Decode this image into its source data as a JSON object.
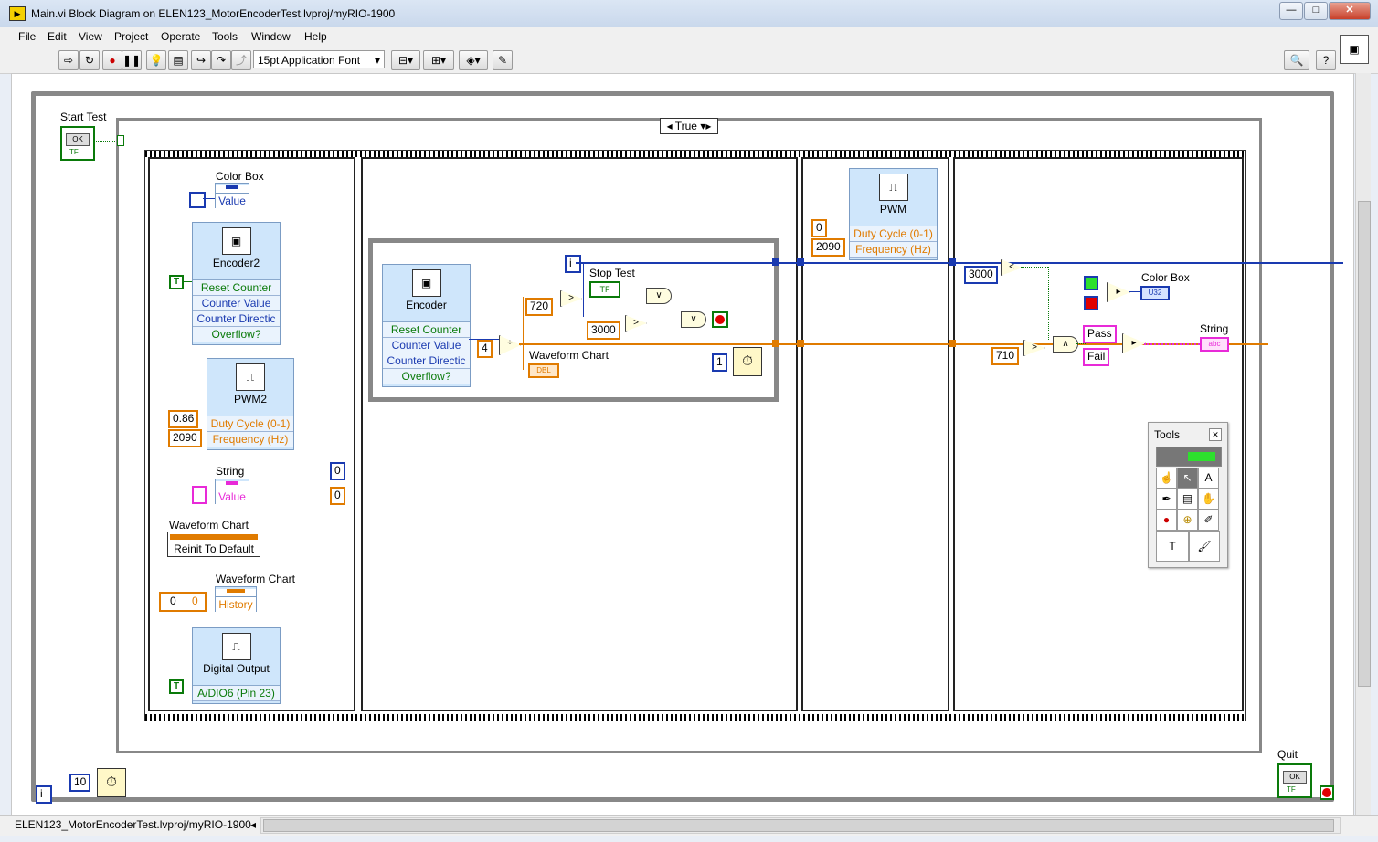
{
  "window": {
    "title": "Main.vi Block Diagram on ELEN123_MotorEncoderTest.lvproj/myRIO-1900"
  },
  "menu": [
    "File",
    "Edit",
    "View",
    "Project",
    "Operate",
    "Tools",
    "Window",
    "Help"
  ],
  "toolbar": {
    "font_select": "15pt Application Font"
  },
  "diagram": {
    "start_test_label": "Start Test",
    "ok_text": "OK",
    "tf_text": "TF",
    "case_selector": "True",
    "iteration_i": "i",
    "frame1": {
      "color_box_label": "Color Box",
      "color_box_prop": "Value",
      "encoder2": {
        "title": "Encoder2",
        "props": [
          "Reset Counter",
          "Counter Value",
          "Counter Directic",
          "Overflow?"
        ]
      },
      "pwm2": {
        "title": "PWM2",
        "props": [
          "Duty Cycle (0-1)",
          "Frequency (Hz)"
        ],
        "duty": "0.86",
        "freq": "2090"
      },
      "string_label": "String",
      "string_prop": "Value",
      "const_zero_blue": "0",
      "const_zero_orange": "0",
      "waveform1_label": "Waveform Chart",
      "waveform1_prop": "Reinit To Default",
      "waveform2_label": "Waveform Chart",
      "waveform2_prop": "History",
      "history_idx": "0",
      "history_val": "0",
      "digital_output": {
        "title": "Digital Output",
        "prop": "A/DIO6 (Pin 23)"
      },
      "true_const": "T"
    },
    "frame2": {
      "encoder": {
        "title": "Encoder",
        "props": [
          "Reset Counter",
          "Counter Value",
          "Counter Directic",
          "Overflow?"
        ]
      },
      "const_4": "4",
      "const_720": "720",
      "const_3000": "3000",
      "const_1": "1",
      "stop_test_label": "Stop Test",
      "waveform_label": "Waveform Chart",
      "dbl_text": "DBL",
      "i_text": "i"
    },
    "frame3": {
      "pwm": {
        "title": "PWM",
        "props": [
          "Duty Cycle (0-1)",
          "Frequency (Hz)"
        ]
      },
      "duty": "0",
      "freq": "2090"
    },
    "frame4": {
      "const_3000": "3000",
      "const_710": "710",
      "color_box_label": "Color Box",
      "u32_text": "U32",
      "pass": "Pass",
      "fail": "Fail",
      "string_label": "String",
      "abc_text": "abc"
    },
    "wait_ms": "10",
    "quit_label": "Quit",
    "outer_i": "i"
  },
  "tools_palette": {
    "title": "Tools"
  },
  "status": {
    "project_path": "ELEN123_MotorEncoderTest.lvproj/myRIO-1900"
  },
  "colors": {
    "orange": "#e07b00",
    "blue": "#1a3ab0",
    "green": "#0a7a0a",
    "pink": "#e82ad8",
    "node_bg": "#cfe6fb"
  }
}
